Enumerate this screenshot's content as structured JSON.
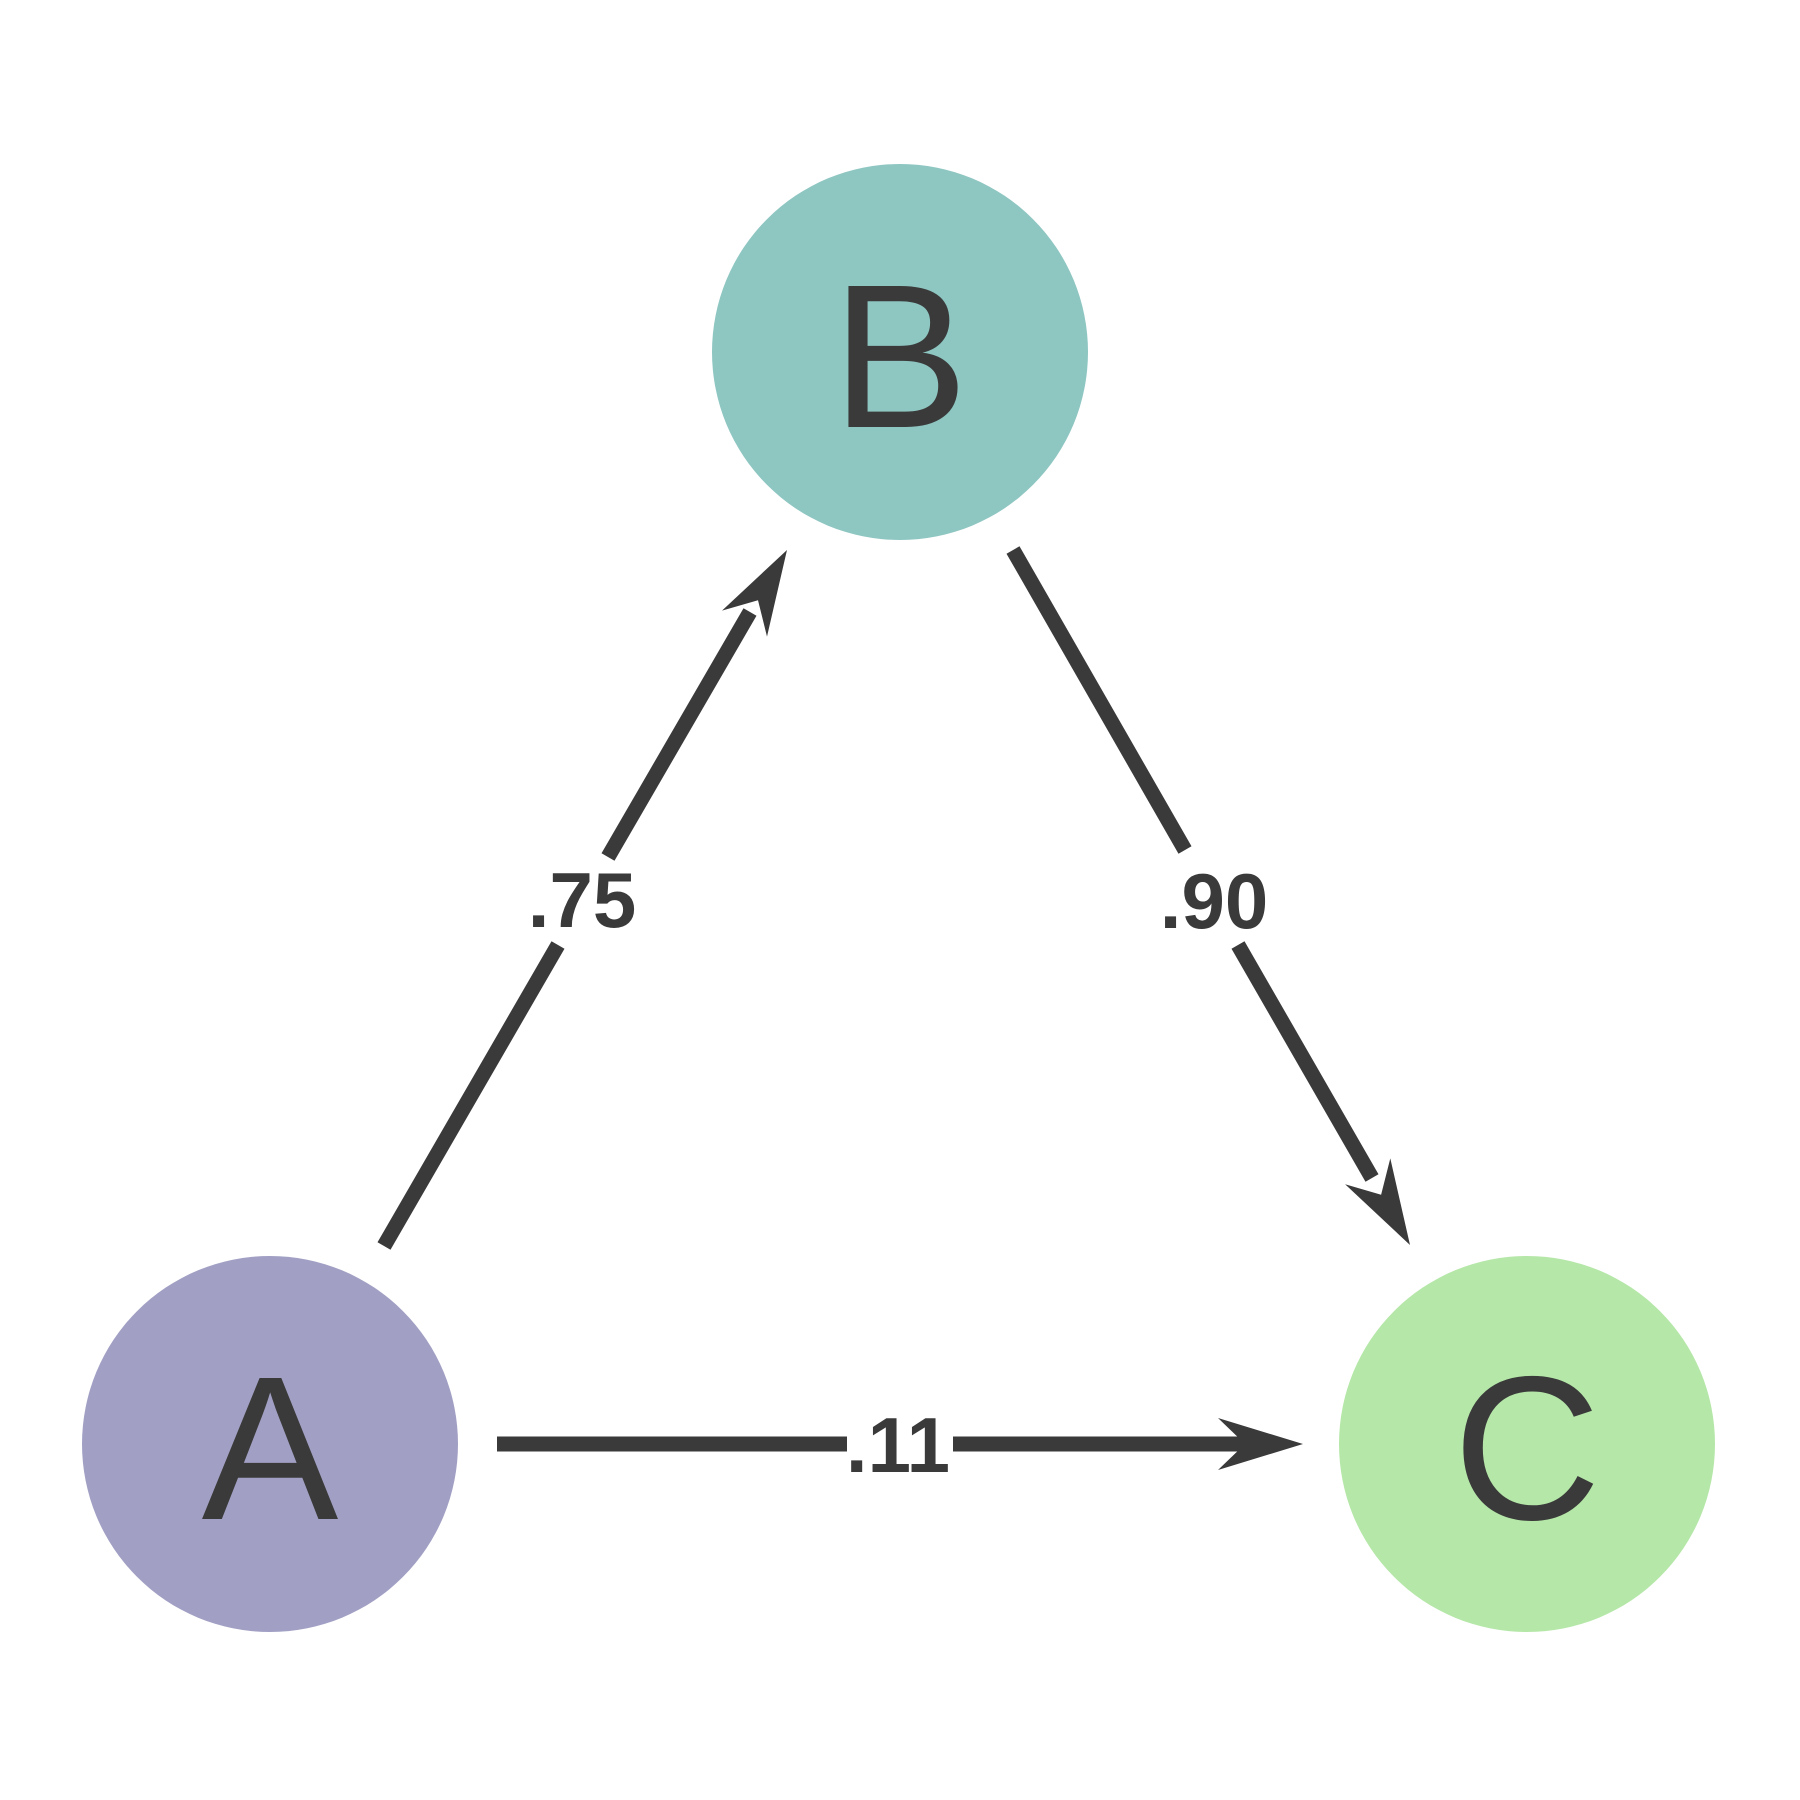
{
  "diagram": {
    "type": "directed-graph",
    "background_color": "#ffffff",
    "edge_color": "#3a3a3a",
    "label_color": "#3a3a3a",
    "nodes": [
      {
        "id": "A",
        "label": "A",
        "color": "#a1a0c4"
      },
      {
        "id": "B",
        "label": "B",
        "color": "#8ec6c2"
      },
      {
        "id": "C",
        "label": "C",
        "color": "#b5e7a8"
      }
    ],
    "edges": [
      {
        "from": "A",
        "to": "B",
        "weight": ".75"
      },
      {
        "from": "B",
        "to": "C",
        "weight": ".90"
      },
      {
        "from": "A",
        "to": "C",
        "weight": ".11"
      }
    ]
  }
}
